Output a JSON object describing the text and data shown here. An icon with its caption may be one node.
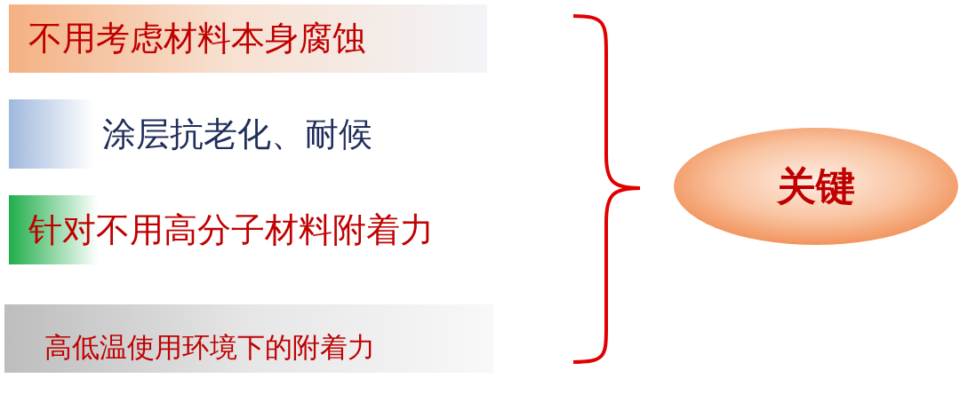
{
  "diagram": {
    "nodes": [
      {
        "text": [
          "不用考虑材料本身腐蚀"
        ]
      },
      {
        "text": [
          "涂层抗老化、耐候"
        ]
      },
      {
        "text": [
          "针对不用高分子材料附着力"
        ]
      },
      {
        "text": [
          "高低温使用环境下的附着力"
        ]
      },
      {
        "text": [
          "关键"
        ]
      }
    ]
  }
}
